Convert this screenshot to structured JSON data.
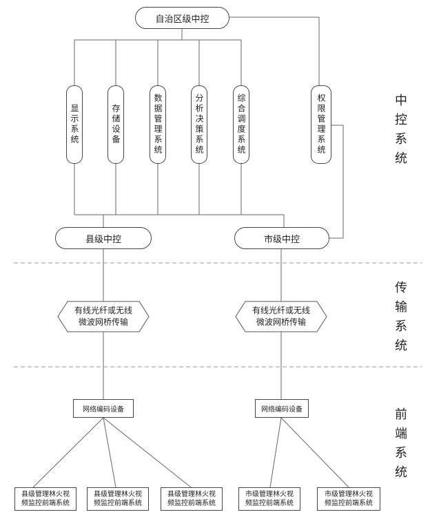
{
  "central": {
    "title": "自治区级中控"
  },
  "modules": [
    {
      "label": "显示系统"
    },
    {
      "label": "存储设备"
    },
    {
      "label": "数据管理系统"
    },
    {
      "label": "分析决策系统"
    },
    {
      "label": "综合调度系统"
    },
    {
      "label": "权限管理系统"
    }
  ],
  "county": {
    "control": "县级中控",
    "transmission": {
      "line1": "有线光纤或无线",
      "line2": "微波网桥传输"
    },
    "encoder": "网络编码设备",
    "frontends": [
      {
        "line1": "县级管理林火视",
        "line2": "频监控前端系统"
      },
      {
        "line1": "县级管理林火视",
        "line2": "频监控前端系统"
      },
      {
        "line1": "县级管理林火视",
        "line2": "频监控前端系统"
      }
    ]
  },
  "city": {
    "control": "市级中控",
    "transmission": {
      "line1": "有线光纤或无线",
      "line2": "微波网桥传输"
    },
    "encoder": "网络编码设备",
    "frontends": [
      {
        "line1": "市级管理林火视",
        "line2": "频监控前端系统"
      },
      {
        "line1": "市级管理林火视",
        "line2": "频监控前端系统"
      }
    ]
  },
  "sections": {
    "control": "中控系统",
    "transmission": "传输系统",
    "frontend": "前端系统"
  }
}
